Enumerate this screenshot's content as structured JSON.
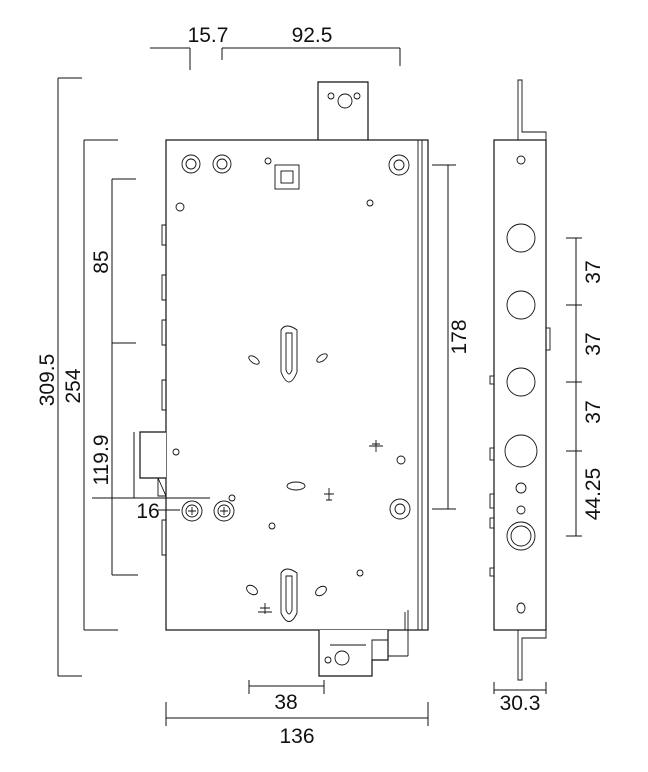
{
  "drawing": {
    "dimensions": {
      "overall_height": "309.5",
      "body_height": "254",
      "upper_section": "85",
      "lower_section": "119.9",
      "backset_offset": "16",
      "top_offset": "15.7",
      "top_span": "92.5",
      "cylinder_spacing": "178",
      "bottom_span": "38",
      "overall_width": "136",
      "depth": "30.3",
      "bolt_pitch_1": "37",
      "bolt_pitch_2": "37",
      "bolt_pitch_3": "37",
      "bolt_pitch_4": "44.25"
    }
  }
}
